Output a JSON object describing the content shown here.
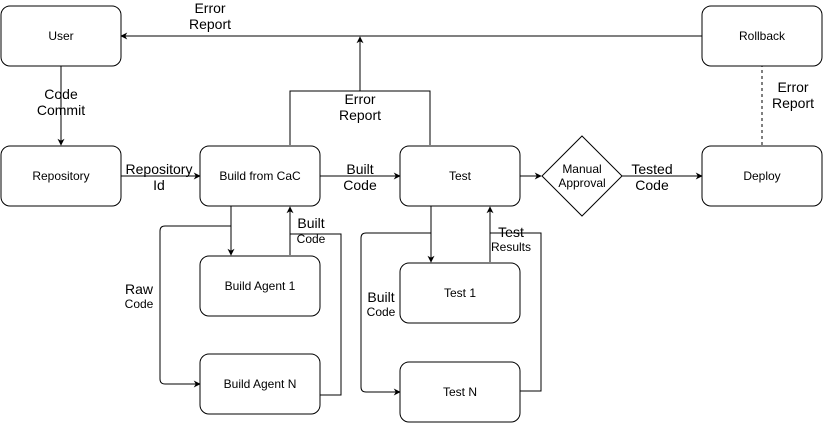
{
  "nodes": {
    "user": "User",
    "rollback": "Rollback",
    "repository": "Repository",
    "build": "Build from CaC",
    "test": "Test",
    "approval_line1": "Manual",
    "approval_line2": "Approval",
    "deploy": "Deploy",
    "agent1": "Build Agent 1",
    "agentN": "Build Agent N",
    "test1": "Test 1",
    "testN": "Test N"
  },
  "labels": {
    "error_top_1": "Error",
    "error_top_2": "Report",
    "code_commit_1": "Code",
    "code_commit_2": "Commit",
    "repo_id_1": "Repository",
    "repo_id_2": "Id",
    "error_mid_1": "Error",
    "error_mid_2": "Report",
    "built_code_1": "Built",
    "built_code_2": "Code",
    "tested_code_1": "Tested",
    "tested_code_2": "Code",
    "error_right_1": "Error",
    "error_right_2": "Report",
    "agent_built_1": "Built",
    "agent_built_2": "Code",
    "raw_code_1": "Raw",
    "raw_code_2": "Code",
    "test_results_1": "Test",
    "test_results_2": "Results",
    "test_built_1": "Built",
    "test_built_2": "Code"
  }
}
